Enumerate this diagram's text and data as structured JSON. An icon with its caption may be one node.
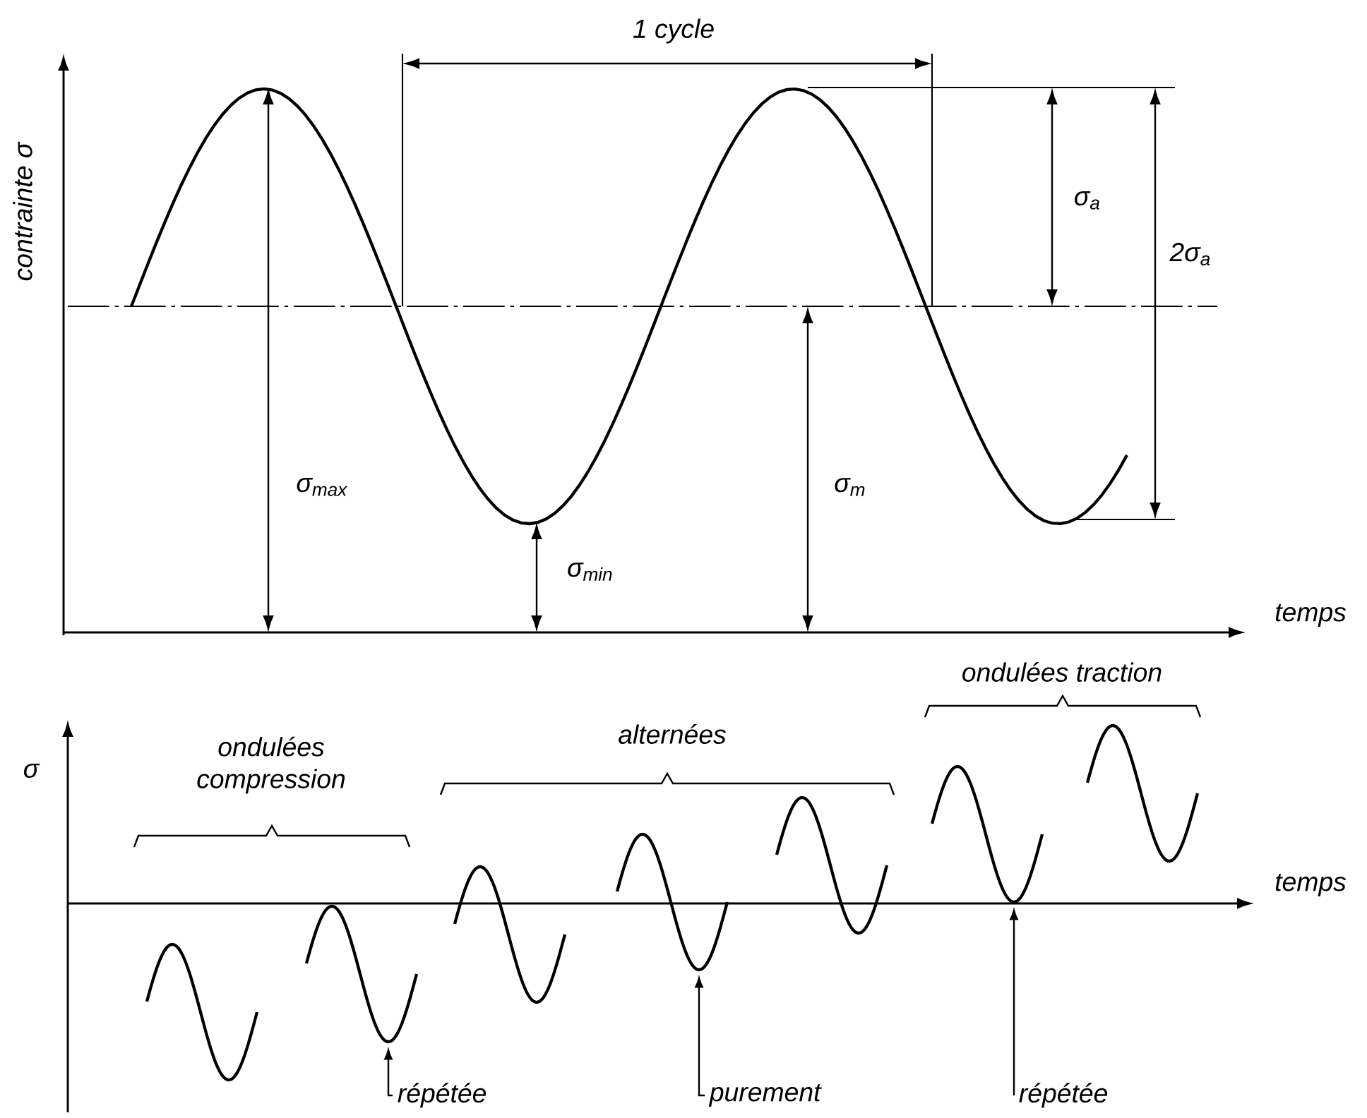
{
  "diagram": {
    "nodes": [
      {
        "text": [
          "répétée"
        ]
      },
      {
        "text": [
          "purement"
        ]
      },
      {
        "text": [
          "répétée"
        ]
      },
      {
        "text": [],
        "shape": "wave"
      },
      {
        "text": [],
        "shape": "wave"
      },
      {
        "text": [],
        "shape": "wave"
      },
      {
        "text": [],
        "shape": "wave"
      },
      {
        "text": [],
        "shape": "wave"
      },
      {
        "text": [],
        "shape": "wave"
      },
      {
        "text": [],
        "shape": "wave"
      }
    ],
    "edges": [
      {
        "from": 0,
        "to": 4,
        "arrow": "to"
      },
      {
        "from": 1,
        "to": 6,
        "arrow": "to"
      },
      {
        "from": 2,
        "to": 8,
        "arrow": "to"
      }
    ],
    "labels": [
      "1 cycle",
      "σ$_{a}$",
      "2σ$_{a}$",
      "contrainte σ",
      "σ$_{max}$",
      "σ$_{min}$",
      "σ$_{m}$",
      "temps",
      "ondulées traction",
      "alternées",
      "σ",
      "ondulées compression",
      "temps"
    ]
  }
}
